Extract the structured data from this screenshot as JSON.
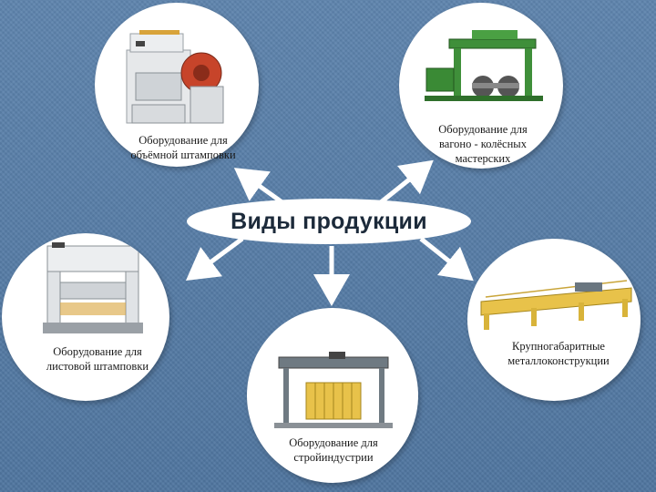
{
  "title": "Виды продукции",
  "nodes": [
    {
      "id": "volume",
      "label_lines": [
        "Оборудование для",
        "объёмной штамповки"
      ]
    },
    {
      "id": "wagon",
      "label_lines": [
        "Оборудование для",
        "вагоно - колёсных",
        "мастерских"
      ]
    },
    {
      "id": "sheet",
      "label_lines": [
        "Оборудование для",
        "листовой штамповки"
      ]
    },
    {
      "id": "metal",
      "label_lines": [
        "Крупногабаритные",
        "металлоконструкции"
      ]
    },
    {
      "id": "build",
      "label_lines": [
        "Оборудование для",
        "стройиндустрии"
      ]
    }
  ],
  "colors": {
    "background": "#5a7fa8",
    "arrow": "#ffffff",
    "circle": "#ffffff",
    "title_text": "#1c2a3a"
  },
  "icons": [
    "forging-press-icon",
    "wheel-workshop-machine-icon",
    "sheet-press-icon",
    "steel-structure-icon",
    "concrete-plant-icon"
  ]
}
